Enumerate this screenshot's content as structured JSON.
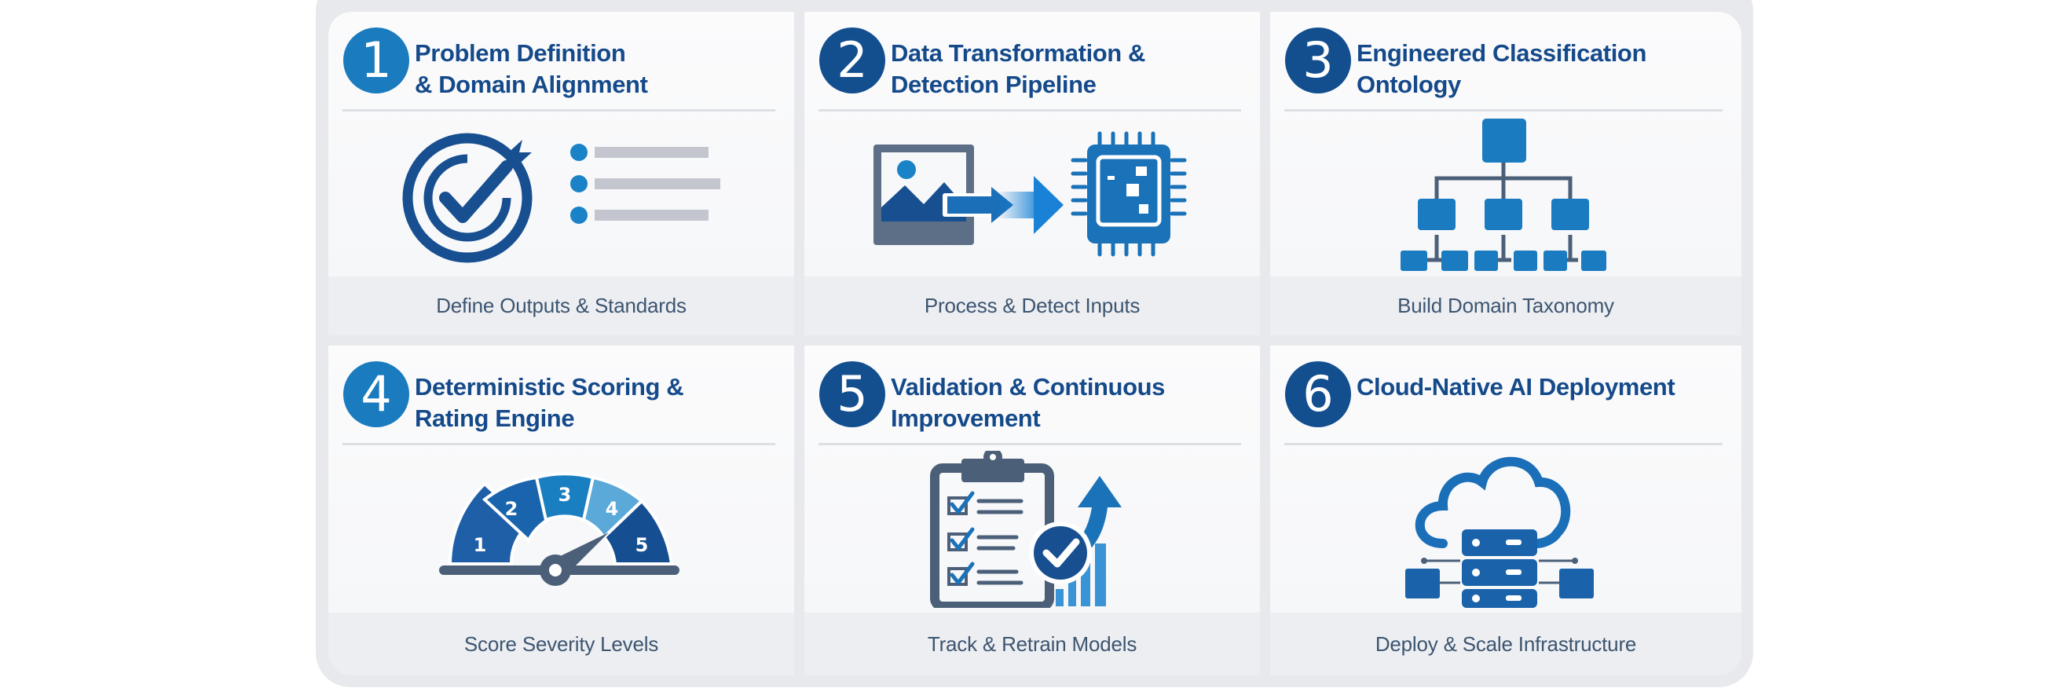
{
  "colors": {
    "badge_light": "#1a7bbf",
    "badge_dark": "#134f8f",
    "title_text": "#154a8a",
    "caption_text": "#3d5570",
    "caption_band": "#eceef2",
    "panel_bg": "#e8e9ec",
    "card_bg": "#fafafb",
    "icon_primary": "#1a72b8",
    "icon_dark": "#174f90",
    "icon_slate": "#4b6078",
    "icon_light": "#5aa9d9",
    "list_bar": "#c3c6ce"
  },
  "steps": [
    {
      "number": "1",
      "title": "Problem Definition\n& Domain Alignment",
      "caption": "Define Outputs & Standards",
      "icon": "target-checkmark-list-icon",
      "badge_style": "light"
    },
    {
      "number": "2",
      "title": "Data Transformation &\nDetection Pipeline",
      "caption": "Process & Detect Inputs",
      "icon": "image-to-chip-icon",
      "badge_style": "dark"
    },
    {
      "number": "3",
      "title": "Engineered Classification\nOntology",
      "caption": "Build Domain Taxonomy",
      "icon": "hierarchy-tree-icon",
      "badge_style": "dark"
    },
    {
      "number": "4",
      "title": "Deterministic Scoring &\nRating Engine",
      "caption": "Score Severity Levels",
      "icon": "gauge-meter-icon",
      "badge_style": "light",
      "gauge_levels": [
        "1",
        "2",
        "3",
        "4",
        "5"
      ]
    },
    {
      "number": "5",
      "title": "Validation & Continuous\nImprovement",
      "caption": "Track & Retrain Models",
      "icon": "clipboard-check-growth-icon",
      "badge_style": "dark"
    },
    {
      "number": "6",
      "title": "Cloud-Native AI Deployment",
      "caption": "Deploy & Scale Infrastructure",
      "icon": "cloud-server-icon",
      "badge_style": "dark"
    }
  ]
}
